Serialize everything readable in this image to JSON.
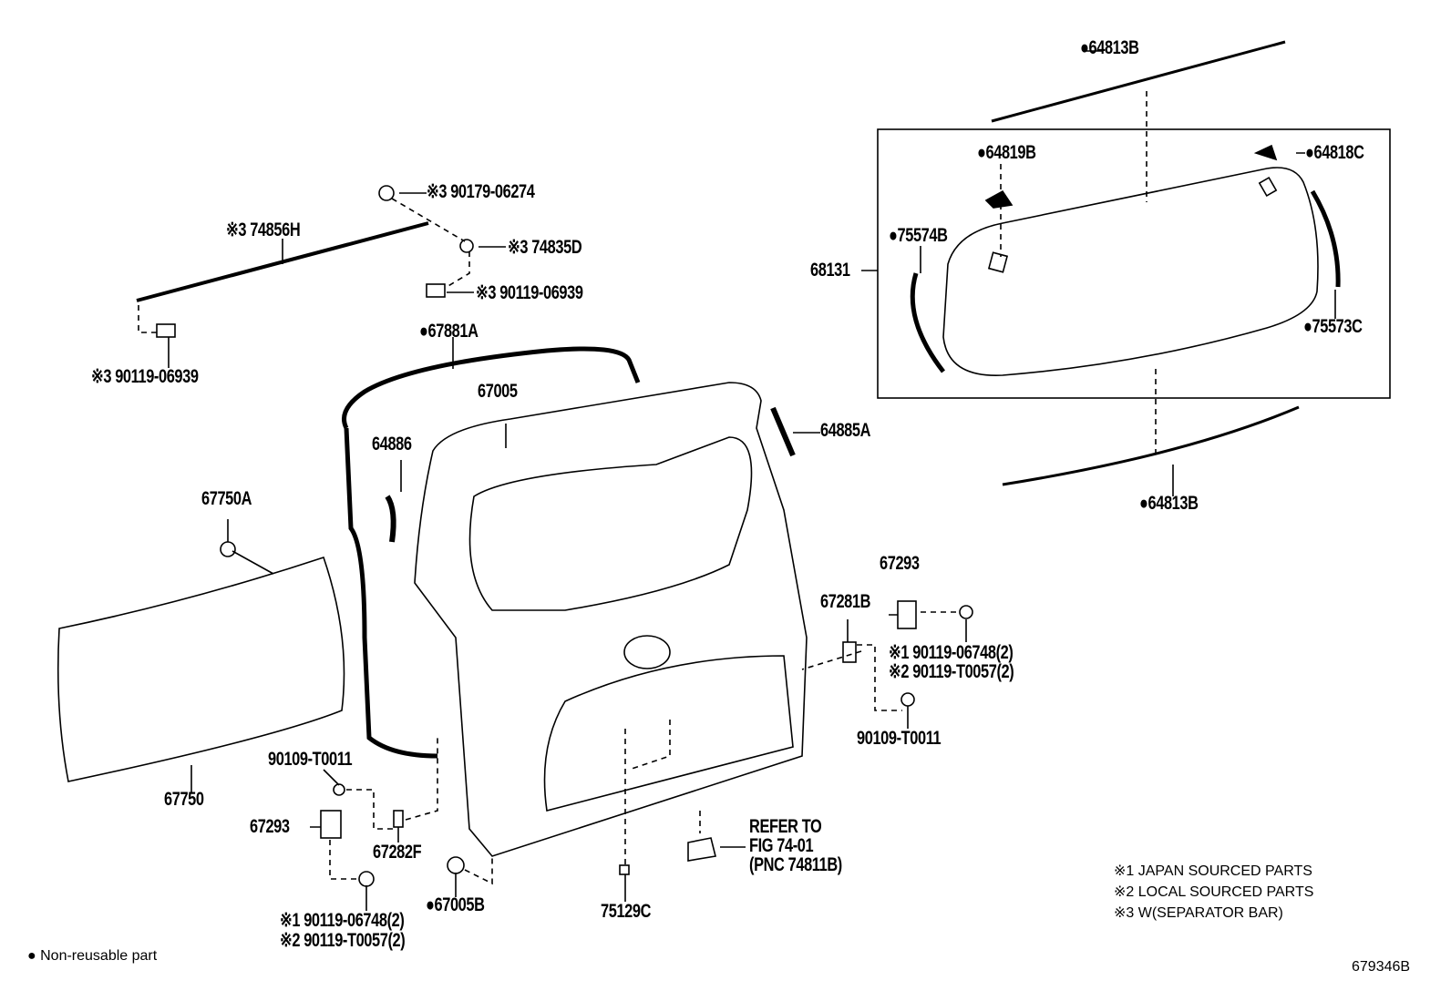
{
  "callouts": {
    "c64813B_top": "●64813B",
    "c64819B": "●64819B",
    "c64818C": "●64818C",
    "c75574B": "●75574B",
    "c68131": "68131",
    "c75573C": "●75573C",
    "c64813B_bottom": "●64813B",
    "c90179_06274": "※3 90179-06274",
    "c74856H": "※3 74856H",
    "c74835D": "※3 74835D",
    "c90119_06939_right": "※3 90119-06939",
    "c90119_06939_left": "※3 90119-06939",
    "c67881A": "●67881A",
    "c67005": "67005",
    "c64886": "64886",
    "c64885A": "64885A",
    "c67750A": "67750A",
    "c67293_right": "67293",
    "c67281B": "67281B",
    "c90119_06748_right": "※1 90119-06748(2)",
    "c90119_T0057_right": "※2 90119-T0057(2)",
    "c90109_T0011_right": "90109-T0011",
    "c67750": "67750",
    "c90109_T0011_left": "90109-T0011",
    "c67293_left": "67293",
    "c67282F": "67282F",
    "c67005B": "●67005B",
    "c75129C": "75129C",
    "refer_line1": "REFER TO",
    "refer_line2": "FIG 74-01",
    "refer_line3": "(PNC 74811B)",
    "c90119_06748_left": "※1 90119-06748(2)",
    "c90119_T0057_left": "※2 90119-T0057(2)"
  },
  "notes": {
    "note1": "※1 JAPAN SOURCED PARTS",
    "note2": "※2 LOCAL SOURCED PARTS",
    "note3": "※3 W(SEPARATOR BAR)",
    "non_reusable": "● Non-reusable part",
    "figure_id": "679346B"
  }
}
